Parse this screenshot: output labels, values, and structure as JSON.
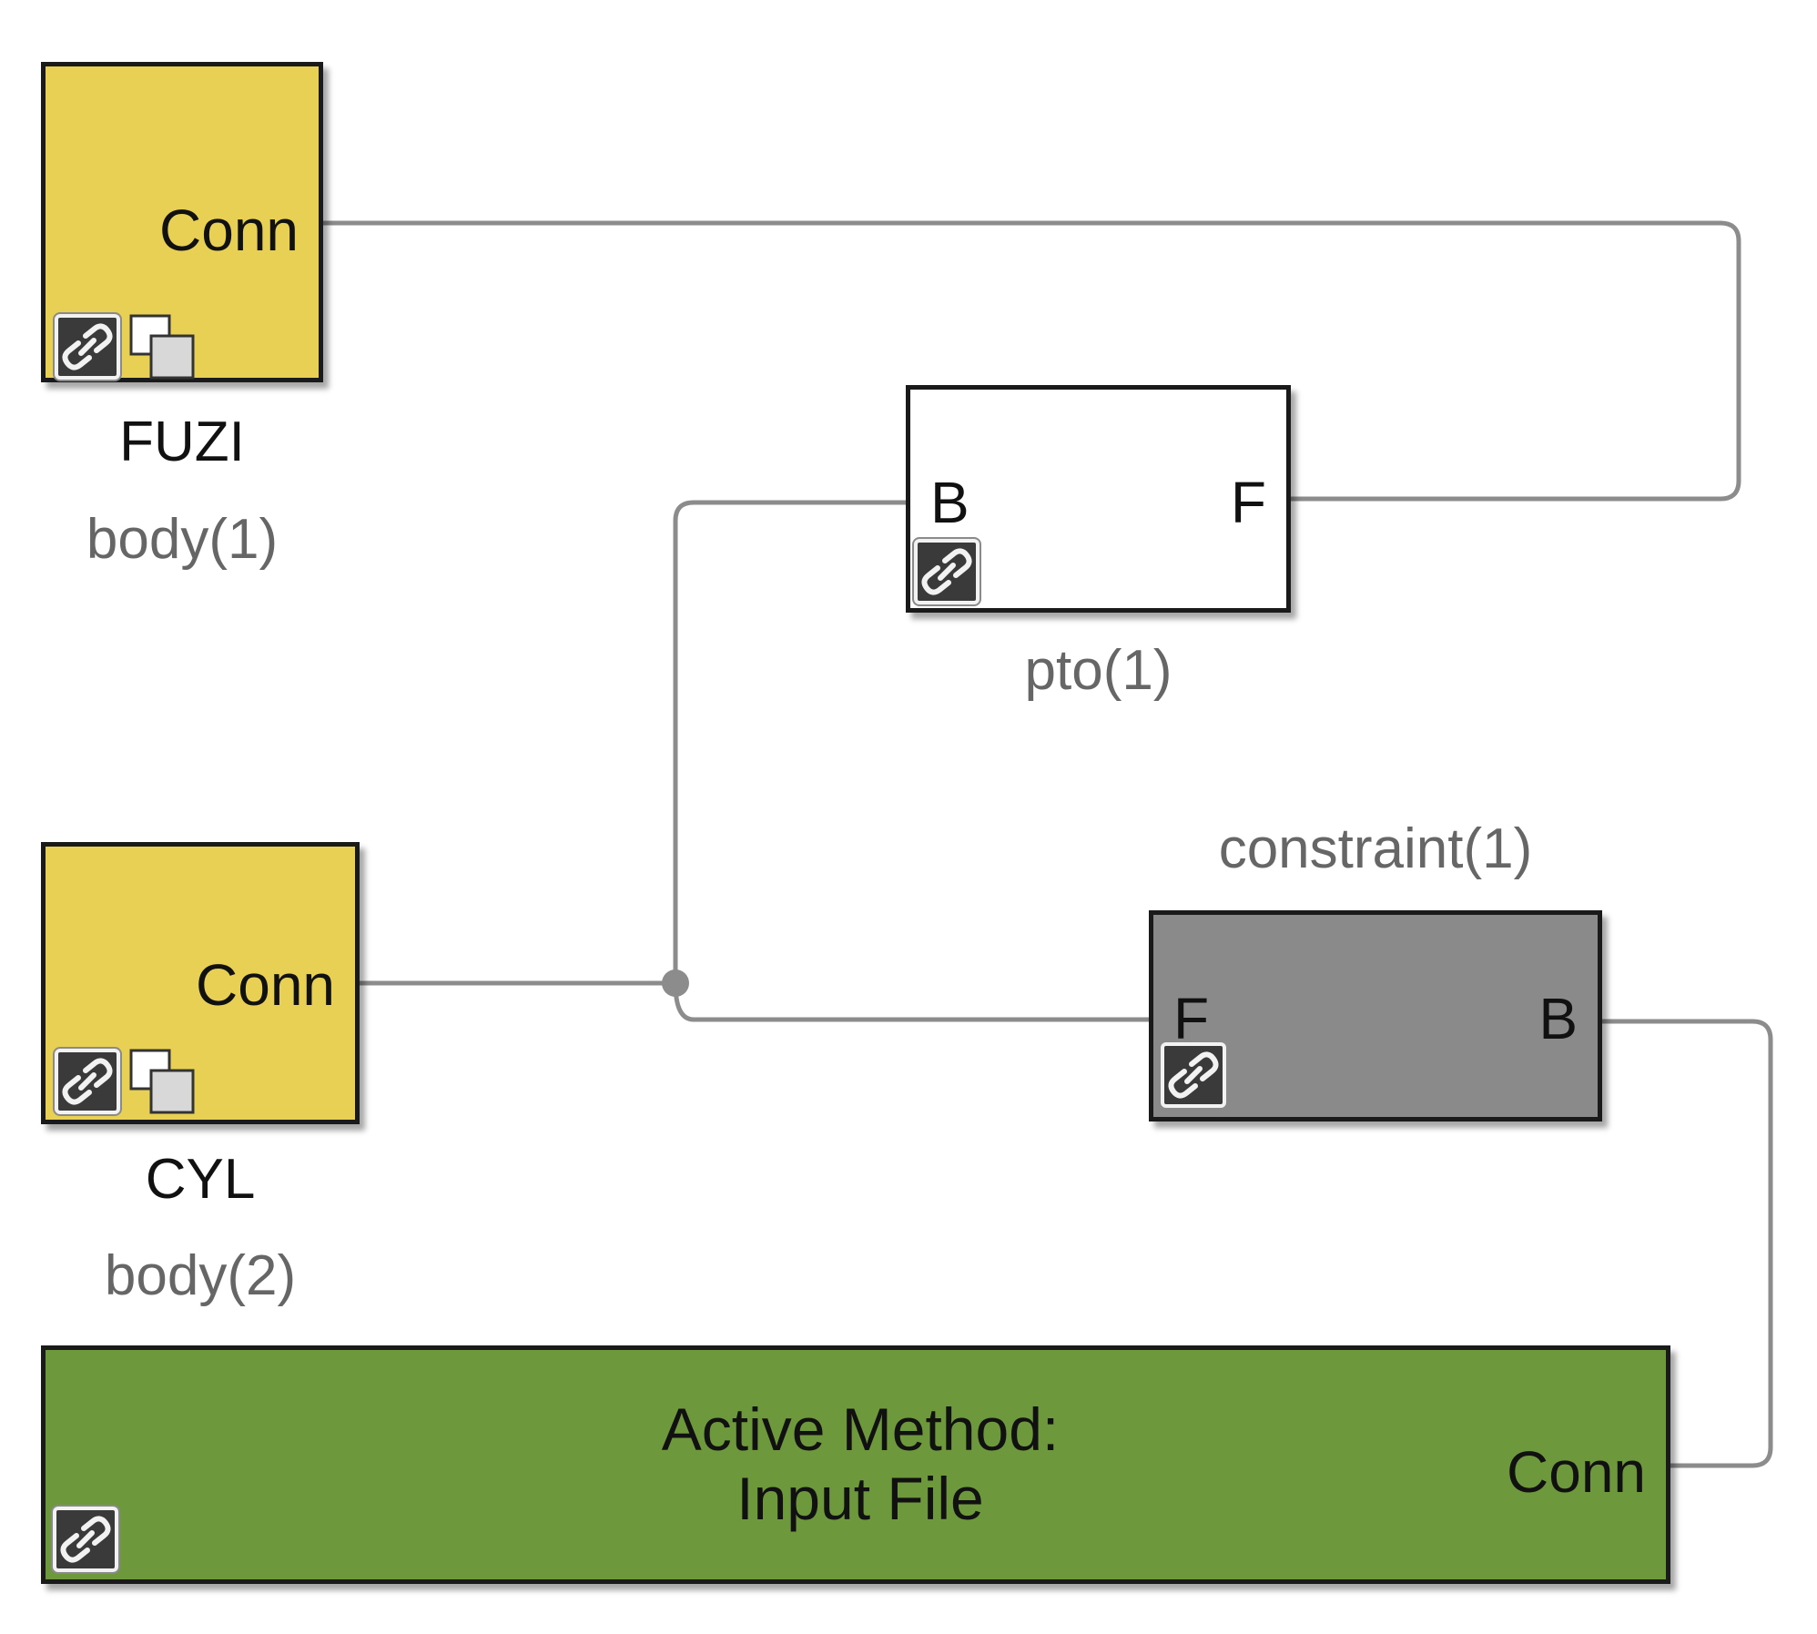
{
  "colors": {
    "body_block": "#e8d054",
    "pto_block": "#ffffff",
    "constraint_block": "#8a8a8a",
    "wave_block": "#6e983c",
    "wire": "#8c8c8c"
  },
  "blocks": {
    "fuzi": {
      "port": "Conn",
      "name": "FUZI",
      "path": "body(1)",
      "icons": [
        "link-icon",
        "copy-icon"
      ]
    },
    "pto": {
      "port_left": "B",
      "port_right": "F",
      "path": "pto(1)",
      "icons": [
        "link-icon"
      ]
    },
    "cyl": {
      "port": "Conn",
      "name": "CYL",
      "path": "body(2)",
      "icons": [
        "link-icon",
        "copy-icon"
      ]
    },
    "constraint": {
      "port_left": "F",
      "port_right": "B",
      "path": "constraint(1)",
      "icons": [
        "link-icon"
      ]
    },
    "wave": {
      "line1": "Active Method:",
      "line2": "Input File",
      "port": "Conn",
      "icons": [
        "link-icon"
      ]
    }
  }
}
